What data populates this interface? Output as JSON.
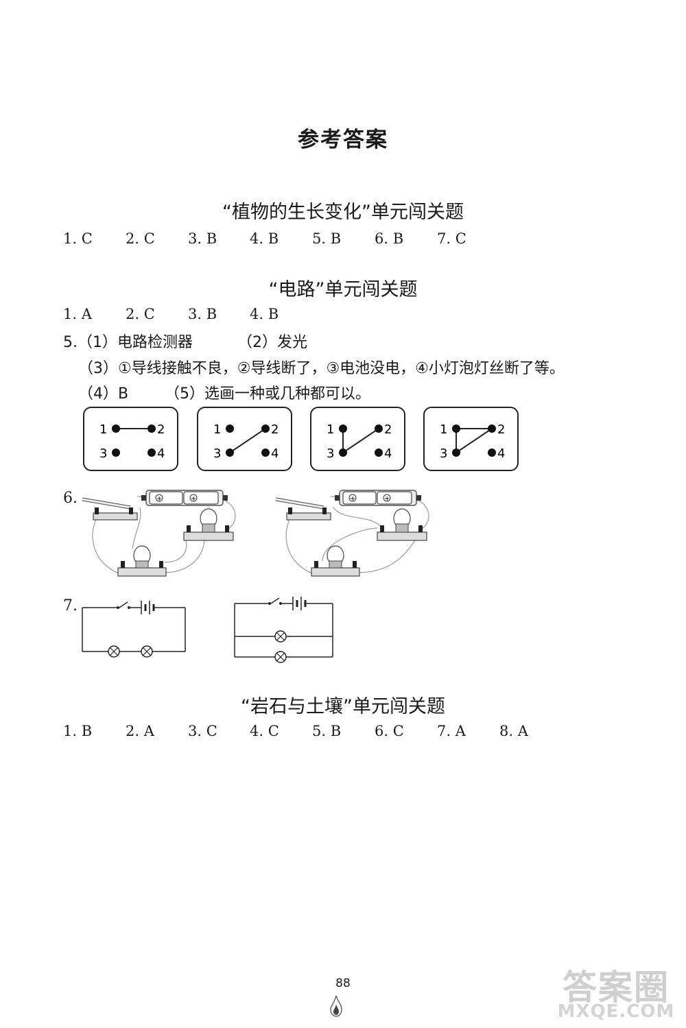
{
  "title": "参考答案",
  "sections": [
    {
      "heading": "“植物的生长变化”单元闯关题",
      "answers": [
        "1. C",
        "2. C",
        "3. B",
        "4. B",
        "5. B",
        "6. B",
        "7. C"
      ]
    },
    {
      "heading": "“电路”单元闯关题",
      "answers": [
        "1. A",
        "2. C",
        "3. B",
        "4. B"
      ],
      "q5": {
        "line1_a": "5.（1）电路检测器",
        "line1_b": "（2）发光",
        "line2": "（3）①导线接触不良，②导线断了，③电池没电，④小灯泡灯丝断了等。",
        "line3_a": "（4）B",
        "line3_b": "（5）选画一种或几种都可以。",
        "boxes": [
          {
            "labels": [
              "1",
              "2",
              "3",
              "4"
            ]
          },
          {
            "labels": [
              "1",
              "2",
              "3",
              "4"
            ]
          },
          {
            "labels": [
              "1",
              "2",
              "3",
              "4"
            ]
          },
          {
            "labels": [
              "1",
              "2",
              "3",
              "4"
            ]
          }
        ]
      },
      "q6_label": "6.",
      "q7_label": "7."
    },
    {
      "heading": "“岩石与土壤”单元闯关题",
      "answers": [
        "1. B",
        "2. A",
        "3. C",
        "4. C",
        "5. B",
        "6. C",
        "7. A",
        "8. A"
      ]
    }
  ],
  "page_number": "88",
  "watermark": {
    "top": "答案圈",
    "bottom": "MXQE.COM"
  }
}
